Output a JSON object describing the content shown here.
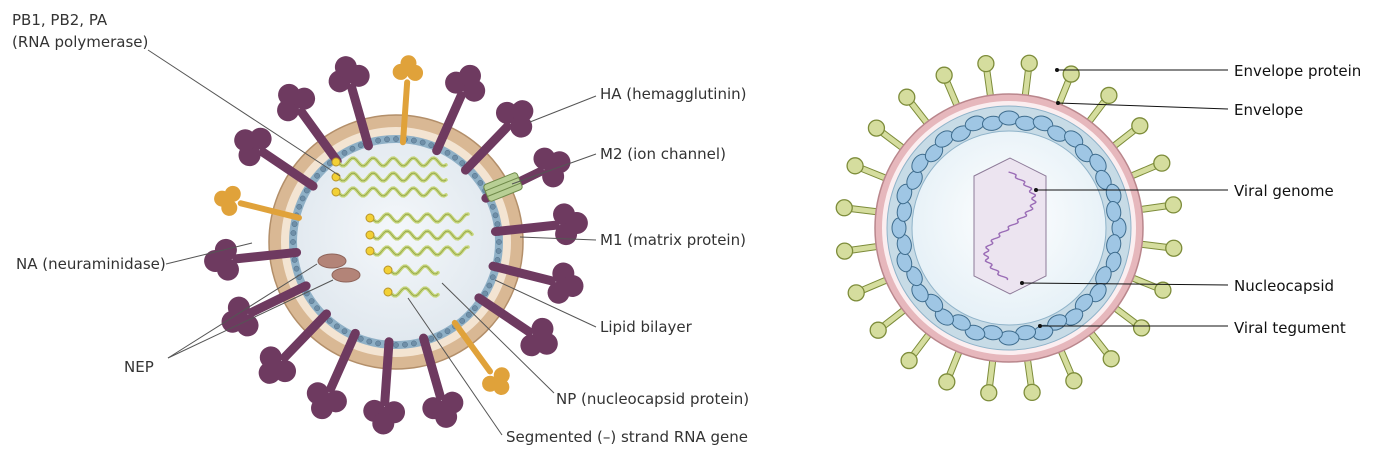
{
  "influenza": {
    "labels": {
      "polymerase_1": "PB1, PB2, PA",
      "polymerase_2": "(RNA polymerase)",
      "ha": "HA (hemagglutinin)",
      "m2": "M2 (ion channel)",
      "m1": "M1 (matrix protein)",
      "na": "NA (neuraminidase)",
      "lipid": "Lipid bilayer",
      "nep": "NEP",
      "np": "NP (nucleocapsid protein)",
      "rna": "Segmented (–) strand RNA gene"
    },
    "colors": {
      "spike": "#6e3a60",
      "na_spike": "#e0a23a",
      "lipid_outer": "#d9b894",
      "membrane_dots": "#6f8fa8",
      "interior": "#e8eef4",
      "rna_coil": "#c6d67a",
      "polymerase_dot": "#f2d035",
      "nep": "#b38478"
    }
  },
  "herpes": {
    "labels": {
      "envelope_protein": "Envelope protein",
      "envelope": "Envelope",
      "viral_genome": "Viral genome",
      "nucleocapsid": "Nucleocapsid",
      "viral_tegument": "Viral tegument"
    },
    "colors": {
      "spike": "#d5dd9e",
      "spike_stroke": "#7d8c3a",
      "envelope": "#e6b7bc",
      "tegument": "#c7dbe6",
      "capsomere": "#9fc6e4",
      "interior": "#eef5f9",
      "genome_box": "#ece4f0",
      "genome_coil": "#9a6cb6"
    }
  }
}
